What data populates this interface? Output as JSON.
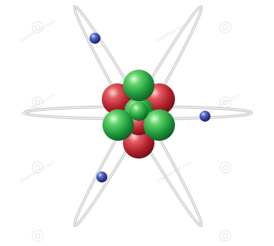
{
  "figure": {
    "subject": "atom-model",
    "background_color": "#ffffff",
    "orbit_color": "#c8c8c8",
    "orbit_highlight": "#f4f4f4"
  },
  "nucleus": {
    "proton_count": 4,
    "neutron_count": 5,
    "proton_color": "#b11f2b",
    "neutron_color": "#1f9a3c"
  },
  "electrons": {
    "count": 3,
    "color": "#2d3a92"
  },
  "watermark": {
    "text": "dreamstime.com",
    "color": "#e3e3e3"
  }
}
